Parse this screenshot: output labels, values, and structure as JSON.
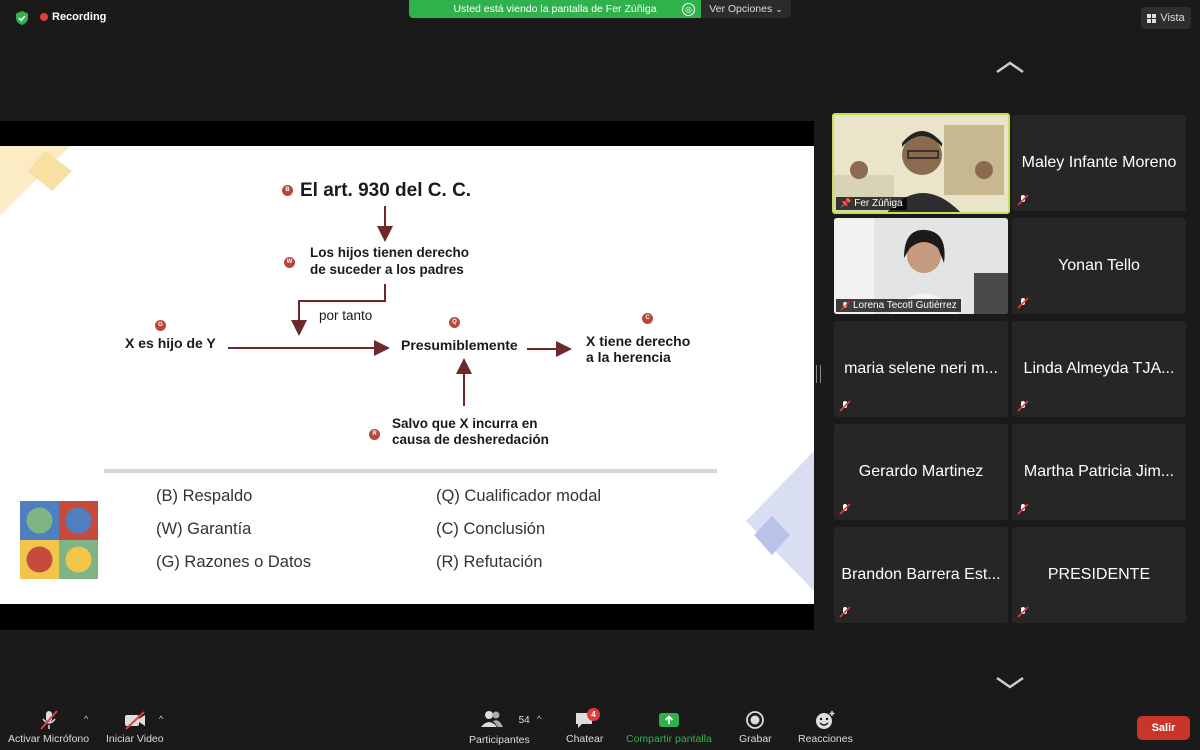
{
  "top": {
    "recording": "Recording",
    "banner": "Usted está viendo la pantalla de Fer Zúñiga",
    "view_options": "Ver Opciones",
    "view": "Vista"
  },
  "slide": {
    "nodes": {
      "B": {
        "badge": "B",
        "text": "El art. 930 del C. C."
      },
      "W": {
        "badge": "W",
        "line1": "Los hijos tienen derecho",
        "line2": "de suceder a los padres"
      },
      "por_tanto": "por tanto",
      "G": {
        "badge": "G",
        "text": "X es hijo de Y"
      },
      "Q": {
        "badge": "Q",
        "text": "Presumiblemente"
      },
      "C": {
        "badge": "C",
        "line1": "X tiene derecho",
        "line2": "a la herencia"
      },
      "R": {
        "badge": "R",
        "line1": "Salvo que X incurra en",
        "line2": "causa de desheredación"
      }
    },
    "legend": [
      "(B) Respaldo",
      "(W) Garantía",
      "(G) Razones o Datos",
      "(Q) Cualificador modal",
      "(C) Conclusión",
      "(R) Refutación"
    ],
    "colors": {
      "arrow": "#6e2a2a",
      "badge": "#b5473b"
    }
  },
  "participants": [
    {
      "name": "Fer Zúñiga",
      "video": true
    },
    {
      "name": "Maley Infante Moreno",
      "video": false
    },
    {
      "name": "Lorena Tecotl Gutiérrez",
      "video": true
    },
    {
      "name": "Yonan Tello",
      "video": false
    },
    {
      "name": "maria selene neri m...",
      "video": false
    },
    {
      "name": "Linda Almeyda TJA...",
      "video": false
    },
    {
      "name": "Gerardo Martinez",
      "video": false
    },
    {
      "name": "Martha Patricia Jim...",
      "video": false
    },
    {
      "name": "Brandon Barrera Est...",
      "video": false
    },
    {
      "name": "PRESIDENTE",
      "video": false
    }
  ],
  "toolbar": {
    "mic": "Activar Micrófono",
    "video": "Iniciar Video",
    "participants": "Participantes",
    "participants_count": "54",
    "chat": "Chatear",
    "chat_badge": "4",
    "share": "Compartir pantalla",
    "record": "Grabar",
    "reactions": "Reacciones",
    "leave": "Salir"
  }
}
